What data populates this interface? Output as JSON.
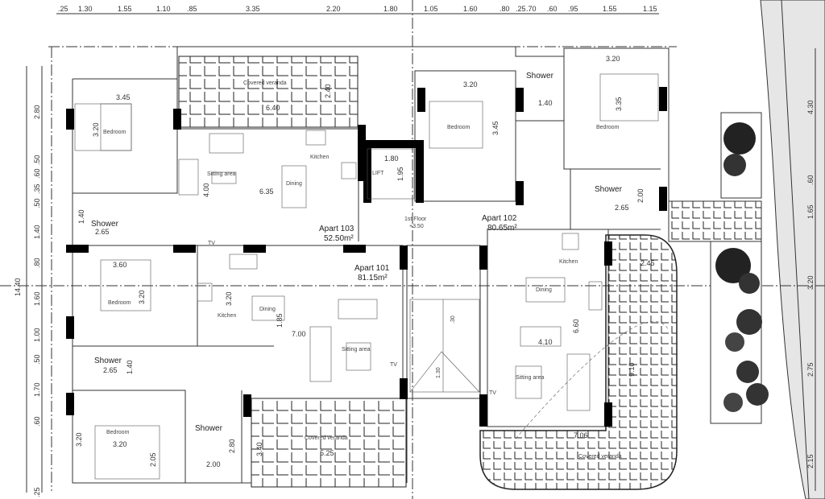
{
  "dims_top": [
    ".25",
    "1.30",
    "1.55",
    "1.10",
    ".85",
    "3.35",
    "2.20",
    "1.80",
    "1.05",
    "1.60",
    ".80",
    ".25",
    ".70",
    ".60",
    ".95",
    "1.55",
    "1.15"
  ],
  "dims_left": [
    "2.80",
    ".50",
    ".60",
    ".35",
    ".50",
    "1.40",
    ".80",
    "1.60",
    "1.00",
    ".50",
    "1.70",
    ".60",
    ".25"
  ],
  "dims_left_total": "14.40",
  "dims_right": [
    "4.30",
    ".60",
    "1.65",
    "3.20",
    "2.75",
    "2.15"
  ],
  "apt103": {
    "title": "Apart 103",
    "area": "52.50m²",
    "bedroom": "Bedroom",
    "bed_w": "3.45",
    "bed_h": "3.20",
    "veranda": "Covered veranda",
    "ver_w": "6.40",
    "ver_h": "2.40",
    "sitting": "Sitting area",
    "kitchen": "Kitchen",
    "dining": "Dining",
    "liv_w": "6.35",
    "liv_h": "4.00",
    "shower": "Shower",
    "sh_w": "2.65",
    "sh_h": "1.40",
    "tv": "TV"
  },
  "core": {
    "lift": "LIFT",
    "lift_w": "1.80",
    "lift_h": "1.95",
    "floor": "1st Floor",
    "level": "+3.50",
    "stair_w": "1.30",
    "step": ".30"
  },
  "apt102": {
    "title": "Apart 102",
    "area": "80.65m²",
    "bed1": "Bedroom",
    "bed1_w": "3.20",
    "bed1_h": "3.45",
    "shower1": "Shower",
    "sh1_w": "1.40",
    "bed2": "Bedroom",
    "bed2_w": "3.20",
    "bed2_h": "3.35",
    "shower2": "Shower",
    "sh2_w": "2.65",
    "sh2_h": "2.00",
    "kitchen": "Kitchen",
    "dining": "Dining",
    "liv_h": "6.60",
    "liv_w": "4.10",
    "sitting": "Sitting area",
    "tv": "TV",
    "ver_w": "2.45",
    "ver_h": "9.10",
    "ver_b": "7.06",
    "veranda": "Covered veranda"
  },
  "apt101": {
    "title": "Apart 101",
    "area": "81.15m²",
    "bed1": "Bedroom",
    "bed1_w": "3.60",
    "bed1_h": "3.20",
    "kitchen": "Kitchen",
    "kit_h": "3.20",
    "dining": "Dining",
    "din_h": "1.85",
    "liv_w": "7.00",
    "sitting": "Sitting area",
    "tv": "TV",
    "shower1": "Shower",
    "sh1_w": "2.65",
    "sh1_h": "1.40",
    "bed2": "Bedroom",
    "bed2_w": "3.20",
    "bed2_h": "3.20",
    "bed2_h2": "2.05",
    "shower2": "Shower",
    "sh2_h": "2.80",
    "sh2_w": "2.00",
    "veranda": "Covered veranda",
    "ver_h": "3.40",
    "ver_w": "5.25"
  }
}
